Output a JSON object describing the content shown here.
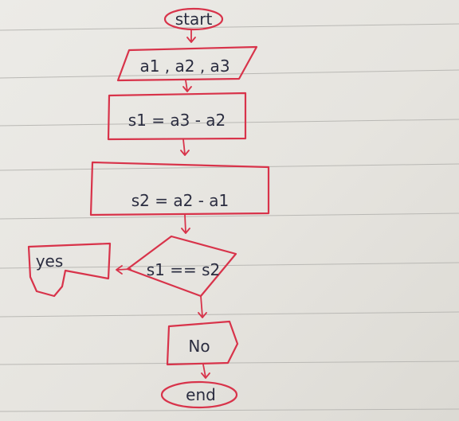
{
  "flowchart": {
    "start": "start",
    "input": "a1 , a2 , a3",
    "process_1": "s1 = a3 - a2",
    "process_2": "s2 = a2 - a1",
    "decision": "s1 == s2",
    "yes": "yes",
    "no": "No",
    "end": "end"
  },
  "colors": {
    "ink": "#2b2d40",
    "shape_stroke": "#d8334a",
    "paper": "#e9e7e2",
    "rule": "#b9b8b4"
  }
}
